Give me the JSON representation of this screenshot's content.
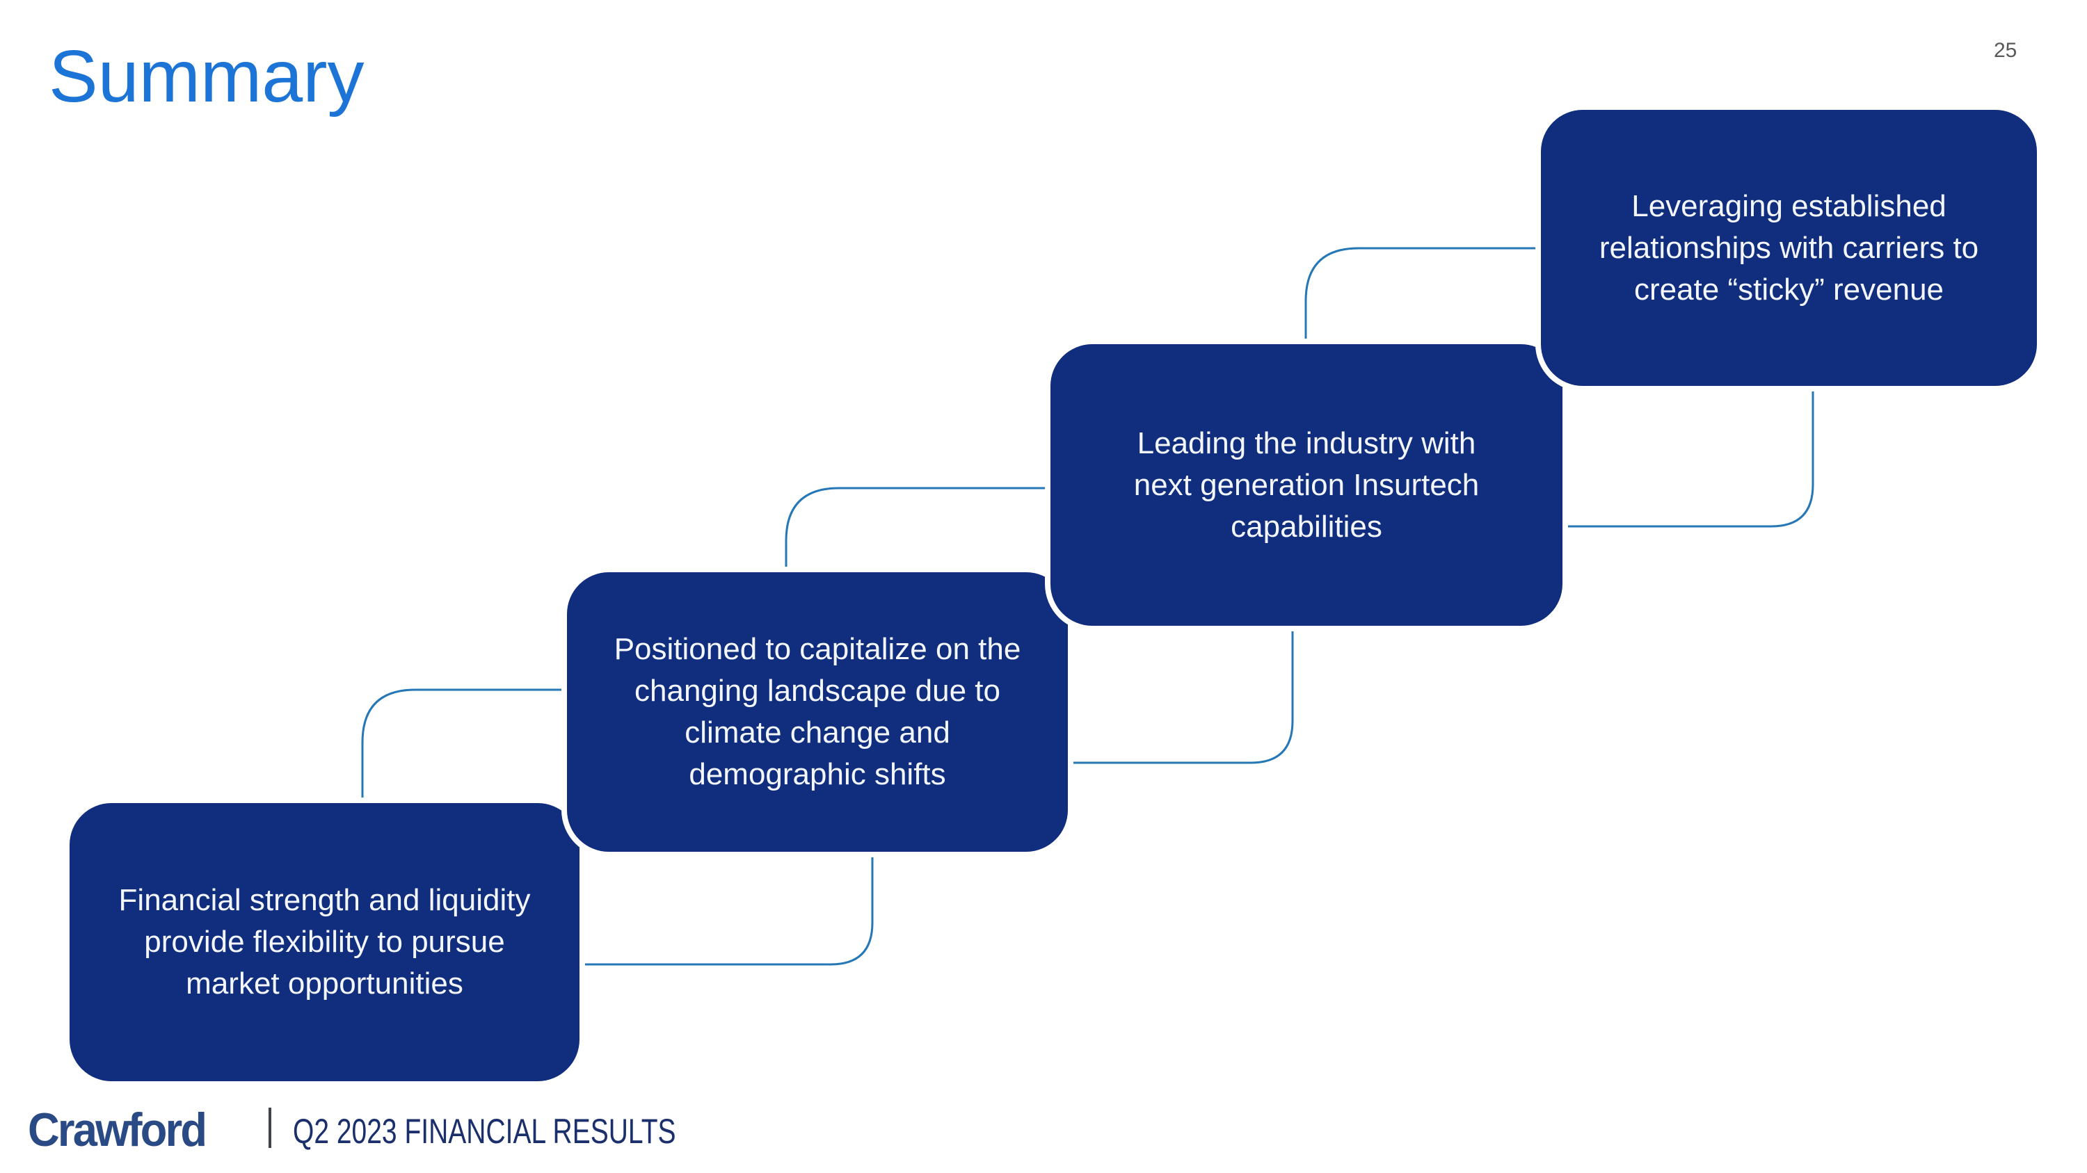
{
  "page": {
    "title": "Summary",
    "page_number": "25"
  },
  "colors": {
    "background": "#FFFFFF",
    "box_fill": "#102E7D",
    "box_text": "#F3F6FB",
    "connector": "#2577B5",
    "title": "#1B74D6",
    "page_number": "#595959",
    "logo": "#2A4A85",
    "footer_text": "#1A2F6B",
    "divider": "#3F434E"
  },
  "boxes": [
    {
      "id": "financial-strength",
      "lines": [
        "Financial strength and liquidity",
        "provide flexibility to pursue",
        "market opportunities"
      ]
    },
    {
      "id": "positioned-to-capitalize",
      "lines": [
        "Positioned to capitalize on the",
        "changing landscape due to",
        "climate change and",
        "demographic shifts"
      ]
    },
    {
      "id": "leading-the-industry",
      "lines": [
        "Leading the industry with",
        "next generation Insurtech",
        "capabilities"
      ]
    },
    {
      "id": "leveraging-established",
      "lines": [
        "Leveraging established",
        "relationships with carriers to",
        "create “sticky” revenue"
      ]
    }
  ],
  "footer": {
    "logo": "Crawford",
    "text": "Q2 2023 FINANCIAL RESULTS"
  }
}
